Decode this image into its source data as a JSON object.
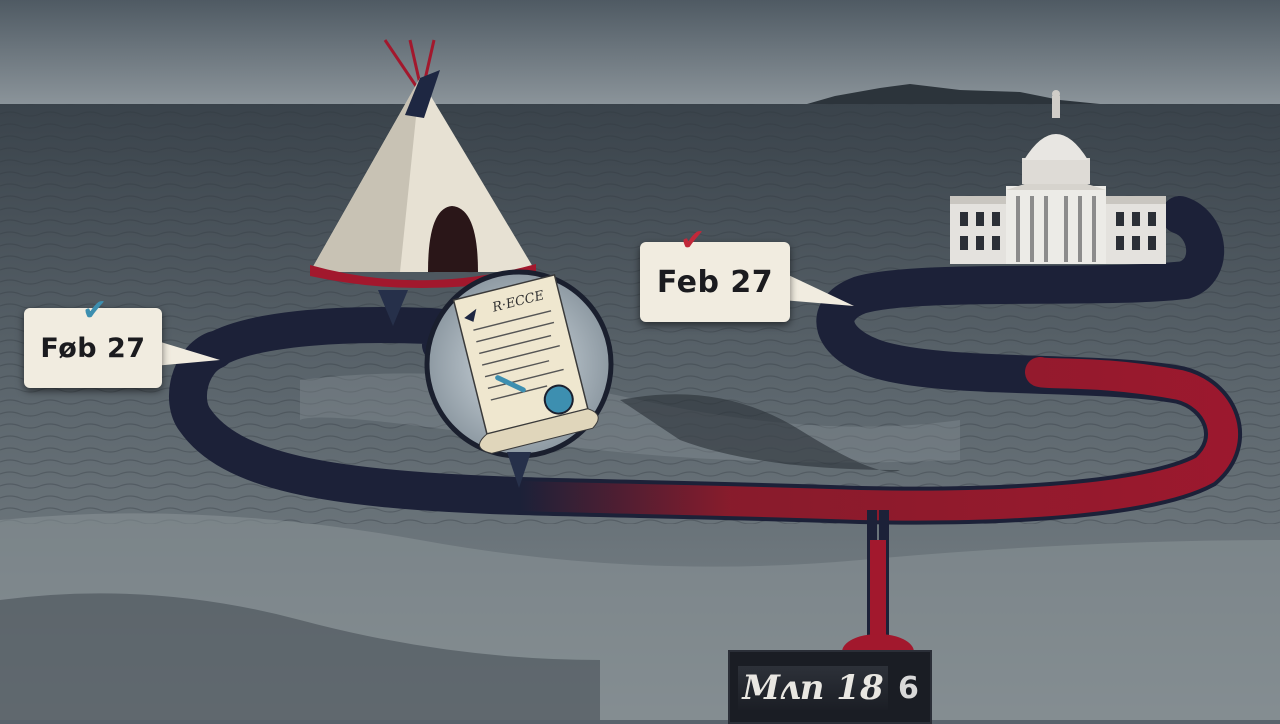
{
  "timeline": {
    "markers": [
      {
        "label": "Føb 27",
        "check_color": "#3d8fb0"
      },
      {
        "label": "Feb 27",
        "check_color": "#c1283a"
      },
      {
        "label": "Mʌn 18",
        "extra": "6"
      }
    ],
    "scroll_heading": "R·ECCE",
    "check_icon": "✔"
  },
  "palette": {
    "sky": "#6c7780",
    "land": "#4a545c",
    "road_navy": "#1c2138",
    "road_red": "#8e1b2b",
    "paper": "#f1ece0"
  }
}
